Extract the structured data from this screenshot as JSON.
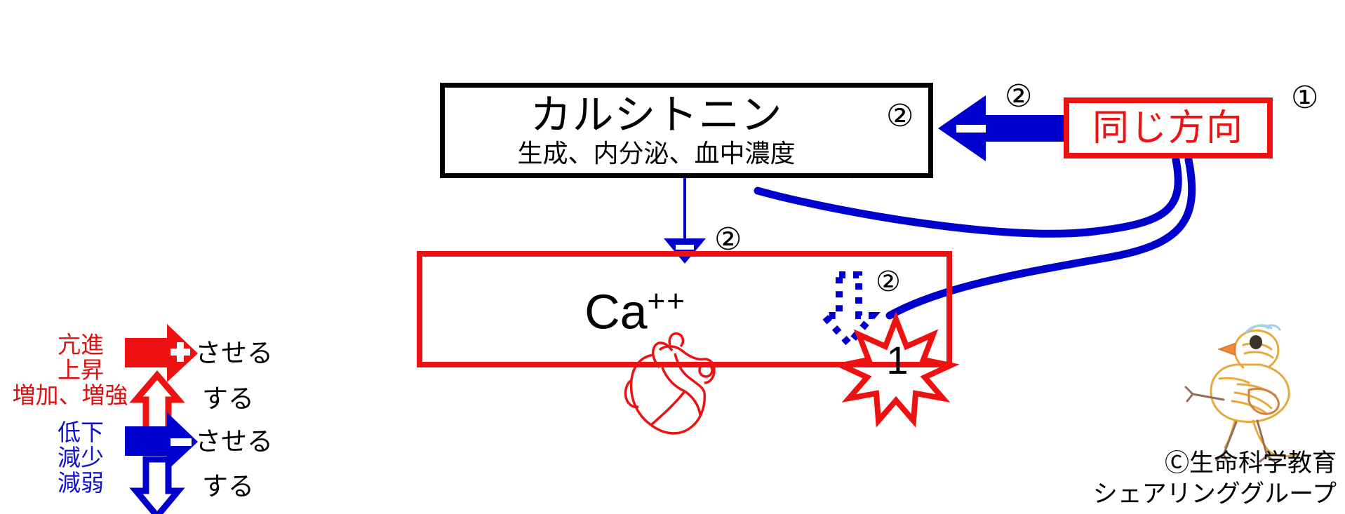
{
  "diagram": {
    "title_box": {
      "name": "calcitonin-box",
      "title": "カルシトニン",
      "subtitle": "生成、内分泌、血中濃度",
      "border_color": "#000000",
      "marker": "②",
      "arrow": "hollow-down-arrow-blue"
    },
    "ca_box": {
      "name": "calcium-box",
      "label": "Ca",
      "superscript": "++",
      "border_color": "#ee1111",
      "marker": "②",
      "arrow": "dotted-down-arrow-blue",
      "burst_number": "1",
      "organ_icon": "heart-icon"
    },
    "same_direction_box": {
      "label": "同じ方向",
      "color": "#ee1111",
      "marker": "①"
    },
    "connectors": [
      {
        "name": "inhibit-arrow-to-calcitonin",
        "marker": "②",
        "sign": "−",
        "color": "#0000cc",
        "style": "solid-block-left-arrow"
      },
      {
        "name": "inhibit-arrow-to-calcium",
        "marker": "②",
        "sign": "−",
        "color": "#0000cc",
        "style": "thin-line-down-triangle"
      },
      {
        "name": "feedback-curve-upper",
        "color": "#0000cc",
        "style": "curve"
      },
      {
        "name": "feedback-curve-lower",
        "color": "#0000cc",
        "style": "curve"
      }
    ]
  },
  "legend": {
    "rows": [
      {
        "terms": [
          "亢進",
          "上昇",
          "増加、増強"
        ],
        "color": "#dd1111",
        "arrows": [
          {
            "name": "solid-right-arrow-red",
            "sign": "+",
            "result": "させる"
          },
          {
            "name": "hollow-up-arrow-red",
            "sign": "",
            "result": "する"
          }
        ]
      },
      {
        "terms": [
          "低下",
          "減少",
          "減弱"
        ],
        "color": "#1111cc",
        "arrows": [
          {
            "name": "solid-right-arrow-blue",
            "sign": "−",
            "result": "させる"
          },
          {
            "name": "hollow-down-arrow-blue",
            "sign": "",
            "result": "する"
          }
        ]
      }
    ]
  },
  "footer": {
    "line1": "Ⓒ生命科学教育",
    "line2": "シェアリンググループ",
    "mascot": "chick-icon"
  }
}
